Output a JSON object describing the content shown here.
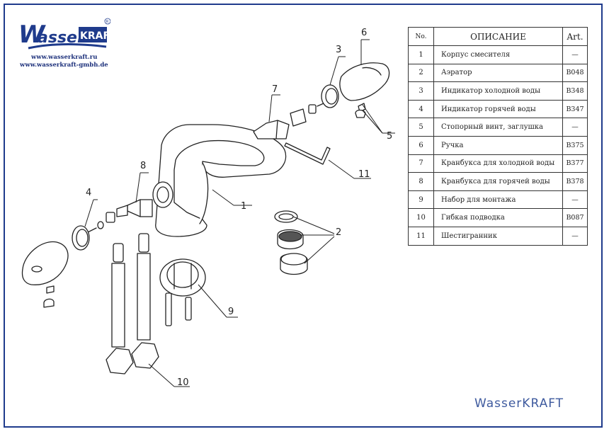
{
  "logo": {
    "brand_text": "WasserKRAFT",
    "registered_mark": "®"
  },
  "urls": [
    "www.wasserkraft.ru",
    "www.wasserkraft-gmbh.de"
  ],
  "table": {
    "headers": {
      "no": "No.",
      "description": "ОПИСАНИЕ",
      "art": "Art."
    },
    "rows": [
      {
        "no": "1",
        "description": "Корпус смесителя",
        "art": "—"
      },
      {
        "no": "2",
        "description": "Аэратор",
        "art": "B048"
      },
      {
        "no": "3",
        "description": "Индикатор холодной воды",
        "art": "B348"
      },
      {
        "no": "4",
        "description": "Индикатор горячей воды",
        "art": "B347"
      },
      {
        "no": "5",
        "description": "Стопорный винт, заглушка",
        "art": "—"
      },
      {
        "no": "6",
        "description": "Ручка",
        "art": "B375"
      },
      {
        "no": "7",
        "description": "Кранбукса для холодной воды",
        "art": "B377"
      },
      {
        "no": "8",
        "description": "Кранбукса для горячей воды",
        "art": "B378"
      },
      {
        "no": "9",
        "description": "Набор для монтажа",
        "art": "—"
      },
      {
        "no": "10",
        "description": "Гибкая подводка",
        "art": "B087"
      },
      {
        "no": "11",
        "description": "Шестигранник",
        "art": "—"
      }
    ]
  },
  "callouts": [
    "1",
    "2",
    "3",
    "4",
    "5",
    "6",
    "7",
    "8",
    "9",
    "10",
    "11"
  ],
  "footer_brand": "WasserKRAFT",
  "colors": {
    "frame": "#1f3b8c",
    "logo_blue": "#1f3b8c",
    "footer": "#3e5a9e",
    "line": "#222222"
  }
}
